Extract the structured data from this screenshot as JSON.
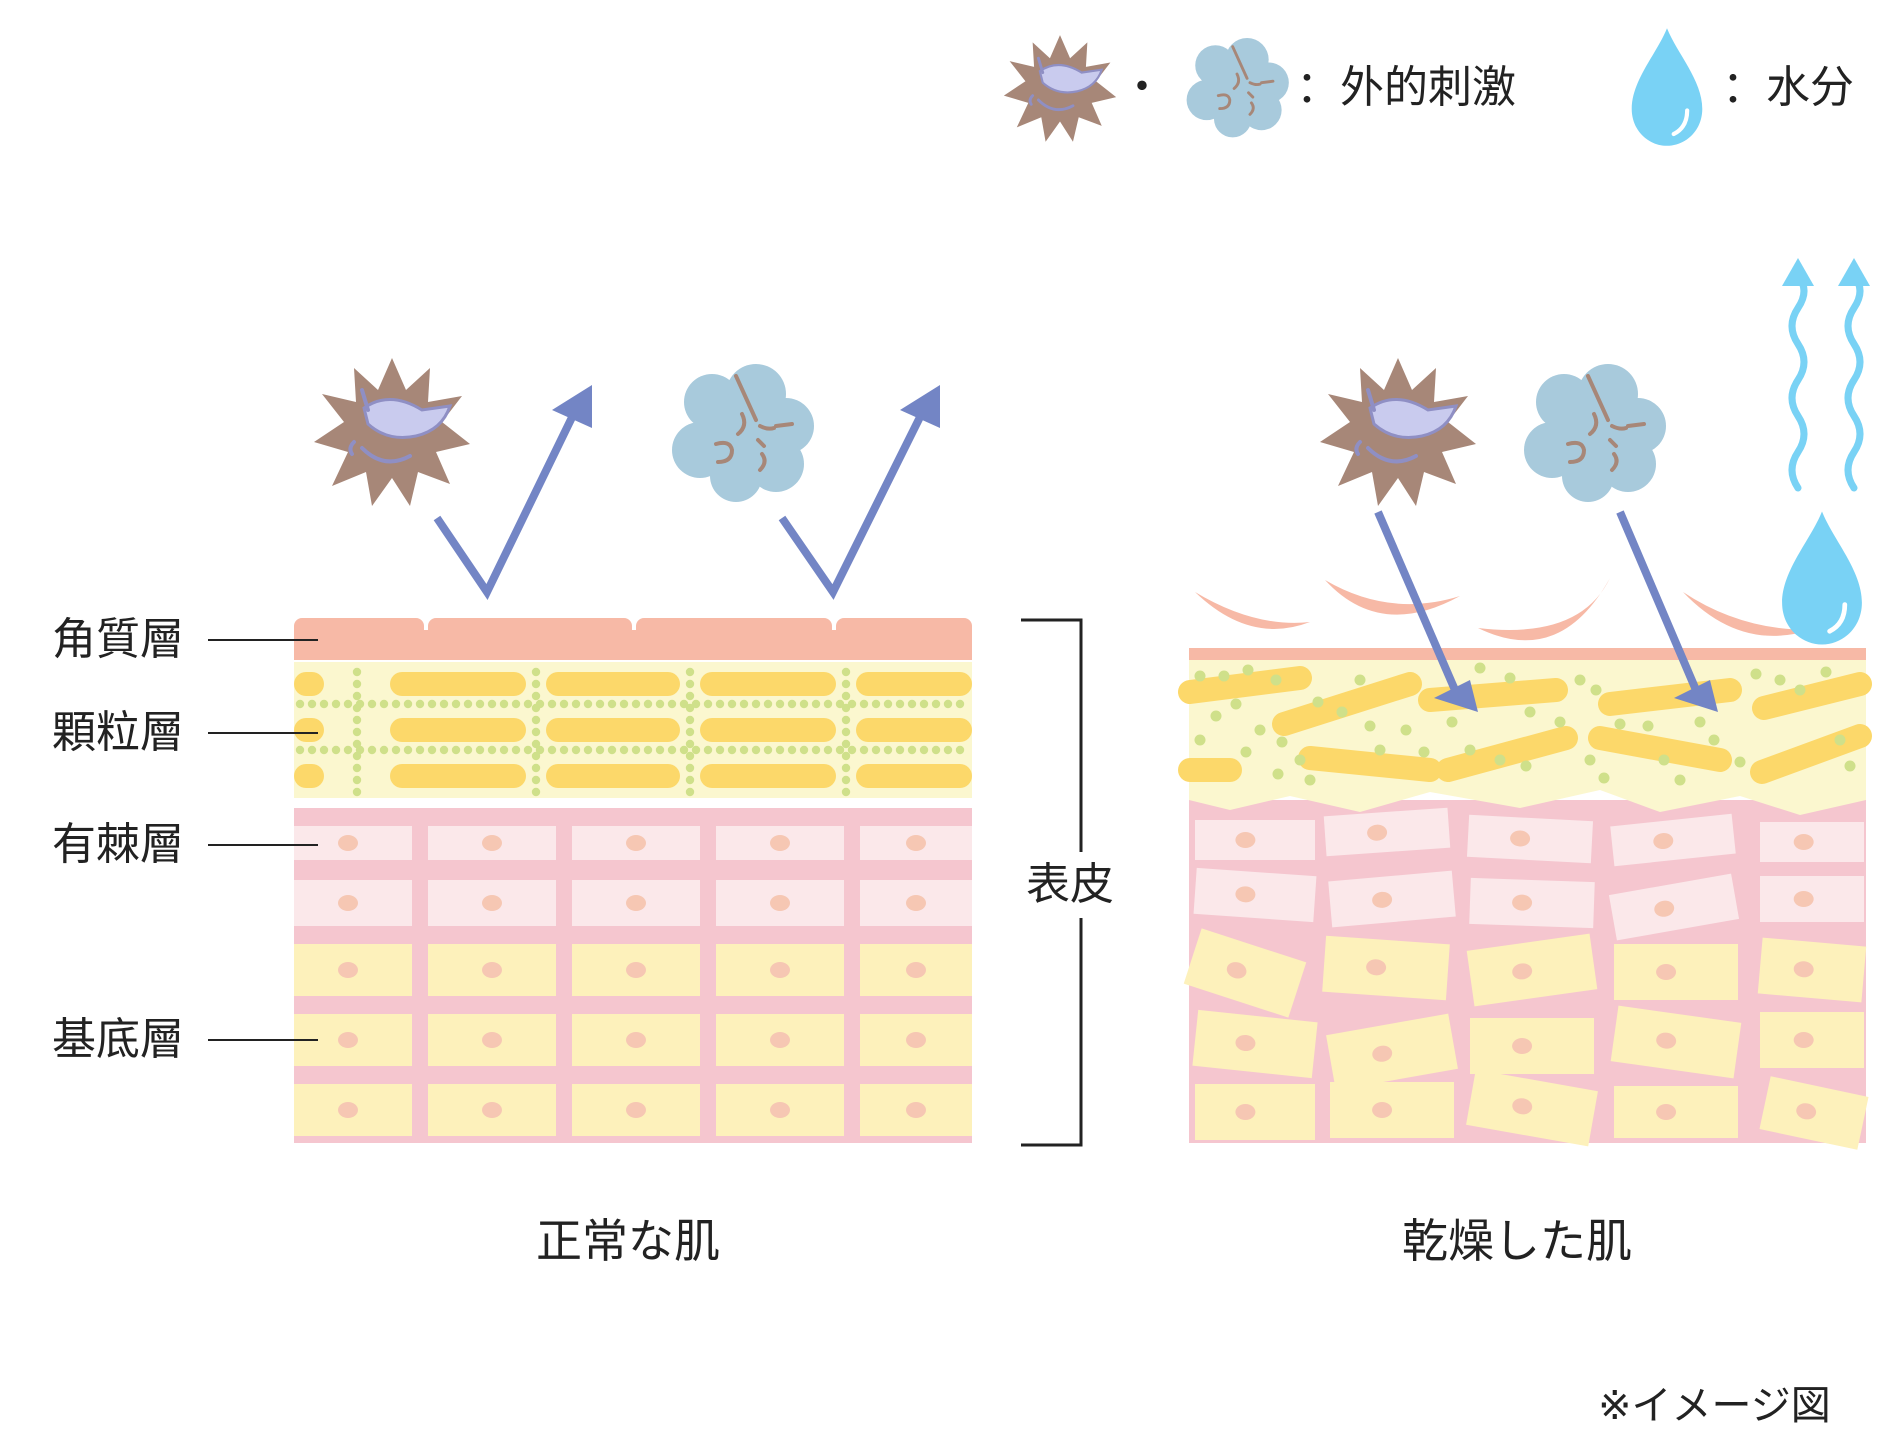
{
  "legend": {
    "separator": "・",
    "external_stimulus_label": "：外的刺激",
    "moisture_label": "：水分"
  },
  "layers": {
    "stratum_corneum": "角質層",
    "granular": "顆粒層",
    "spinous": "有棘層",
    "basal": "基底層"
  },
  "epidermis_label": "表皮",
  "captions": {
    "normal": "正常な肌",
    "dry": "乾燥した肌"
  },
  "note": "※イメージ図",
  "colors": {
    "corneum": "#f7b9a6",
    "granular_bg": "#fbf7cf",
    "granular_bar": "#fcd86a",
    "granule_dot": "#cfe08a",
    "spinous_bg": "#f5c6cf",
    "pink_cell": "#fbe8ea",
    "yellow_cell": "#fdf1bb",
    "nucleus": "#f6c7b3",
    "arrow": "#7385c5",
    "stimulus_brown": "#a78778",
    "stimulus_blue": "#a8cadc",
    "water": "#79d2f5",
    "line": "#222222"
  }
}
